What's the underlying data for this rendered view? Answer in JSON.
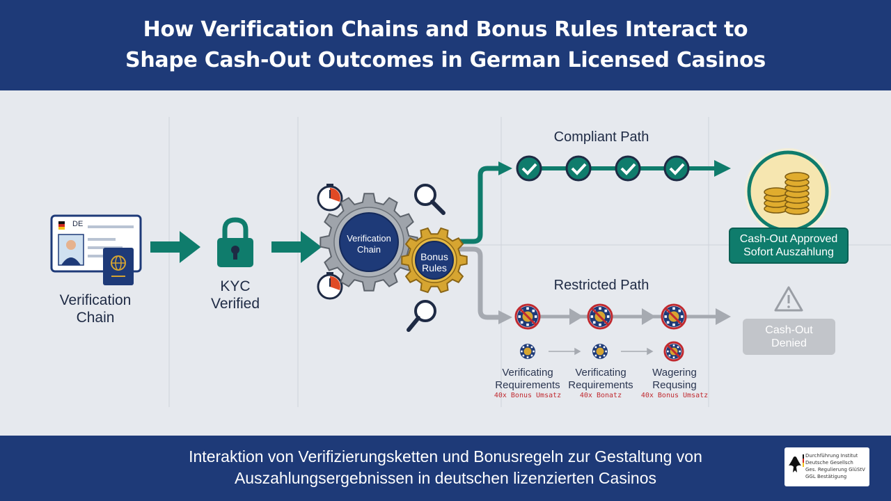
{
  "header": {
    "title_line1": "How Verification Chains and Bonus Rules Interact to",
    "title_line2": "Shape Cash-Out Outcomes in German Licensed Casinos"
  },
  "id_card": {
    "country_code": "DE"
  },
  "labels": {
    "verification_chain": [
      "Verification",
      "Chain"
    ],
    "kyc_verified": [
      "KYC",
      "Verified"
    ]
  },
  "gears": {
    "large": [
      "Verification",
      "Chain"
    ],
    "small": [
      "Bonus",
      "Rules"
    ]
  },
  "compliant": {
    "title": "Compliant Path",
    "outcome": [
      "Cash-Out Approved",
      "Sofort Auszahlung"
    ]
  },
  "restricted": {
    "title": "Restricted Path",
    "outcome": [
      "Cash-Out",
      "Denied"
    ],
    "requirements": [
      {
        "line1": "Verificating",
        "line2": "Requirements",
        "sub": "40x Bonus Umsatz"
      },
      {
        "line1": "Verificating",
        "line2": "Requirements",
        "sub": "40x Bonatz"
      },
      {
        "line1": "Wagering",
        "line2": "Requsing",
        "sub": "40x Bonus Umsatz"
      }
    ]
  },
  "footer": {
    "caption_line1": "Interaktion von Verifizierungsketten und Bonusregeln zur Gestaltung von",
    "caption_line2": "Auszahlungsergebnissen in deutschen lizenzierten Casinos",
    "seal_text": [
      "Durchführung Institut",
      "Deutsche Gesellsch",
      "Ges. Regulierung GlüStV",
      "GGL Bestätigung"
    ]
  },
  "colors": {
    "navy": "#1e3a78",
    "teal": "#0f7c6c",
    "gold": "#d6a531",
    "gray": "#9a9ea5",
    "red": "#c0292f"
  }
}
